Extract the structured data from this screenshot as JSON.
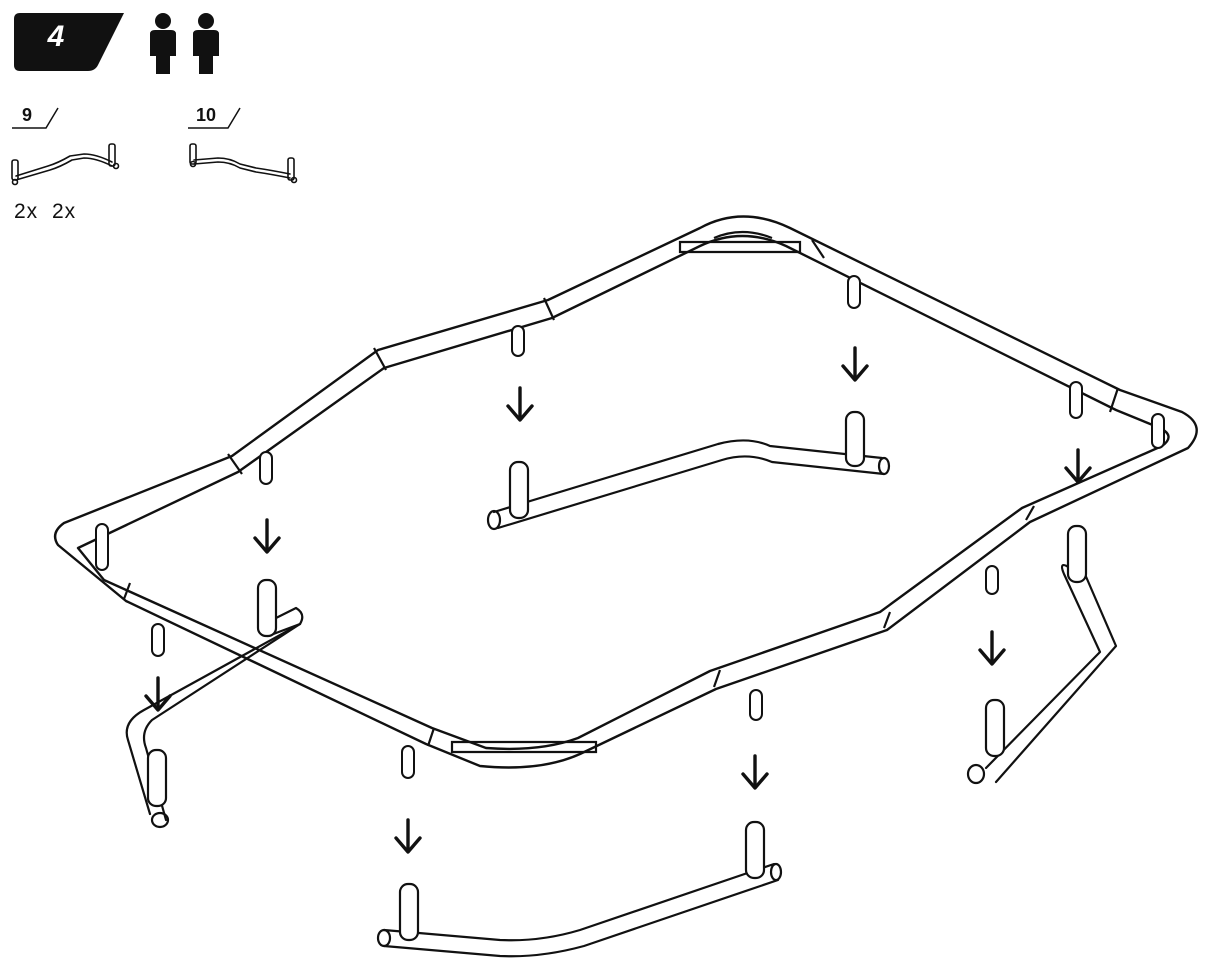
{
  "step": {
    "number": "4",
    "persons": 2
  },
  "parts": [
    {
      "id": "9",
      "qty": "2x",
      "icon": "curved-tube-icon"
    },
    {
      "id": "10",
      "qty": "2x",
      "icon": "curved-tube-icon"
    }
  ],
  "colors": {
    "ink": "#111111",
    "paper": "#ffffff"
  }
}
